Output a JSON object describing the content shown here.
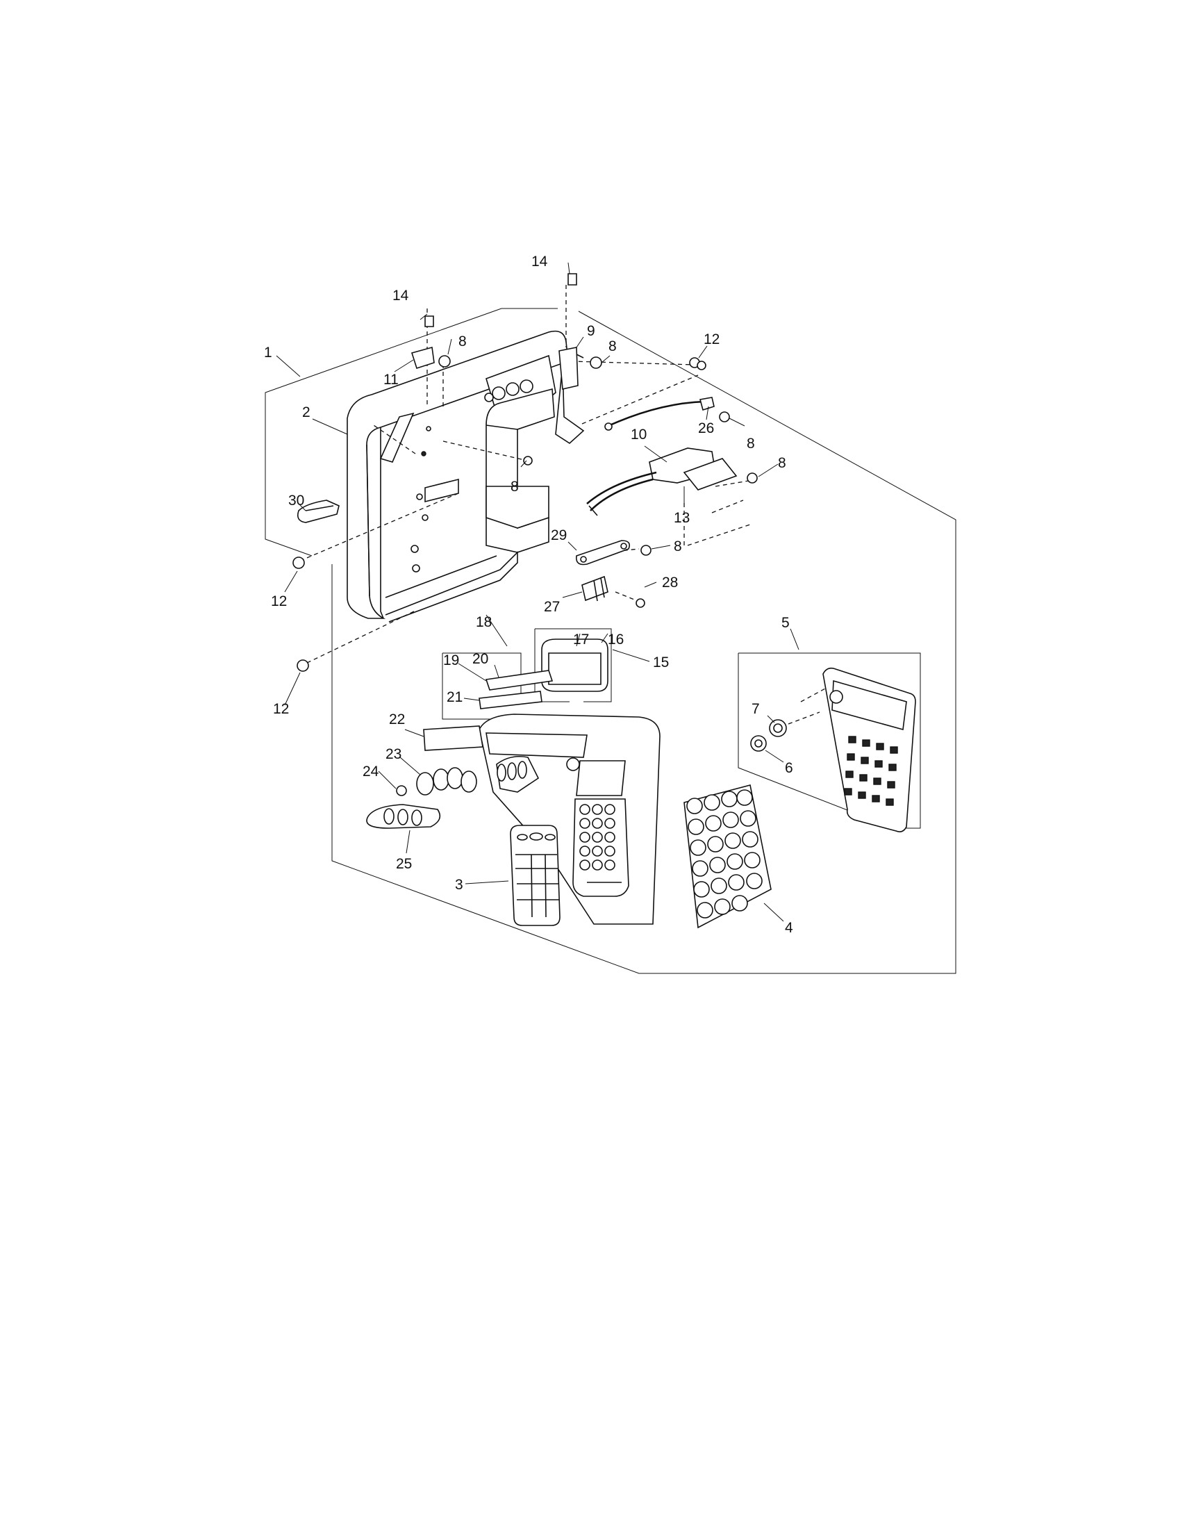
{
  "diagram": {
    "callouts": [
      {
        "id": "c1",
        "text": "1"
      },
      {
        "id": "c2",
        "text": "2"
      },
      {
        "id": "c3",
        "text": "3"
      },
      {
        "id": "c4",
        "text": "4"
      },
      {
        "id": "c5",
        "text": "5"
      },
      {
        "id": "c6",
        "text": "6"
      },
      {
        "id": "c7",
        "text": "7"
      },
      {
        "id": "c8a",
        "text": "8"
      },
      {
        "id": "c8b",
        "text": "8"
      },
      {
        "id": "c8c",
        "text": "8"
      },
      {
        "id": "c8d",
        "text": "8"
      },
      {
        "id": "c8e",
        "text": "8"
      },
      {
        "id": "c8f",
        "text": "8"
      },
      {
        "id": "c9",
        "text": "9"
      },
      {
        "id": "c10",
        "text": "10"
      },
      {
        "id": "c11",
        "text": "11"
      },
      {
        "id": "c12a",
        "text": "12"
      },
      {
        "id": "c12b",
        "text": "12"
      },
      {
        "id": "c12c",
        "text": "12"
      },
      {
        "id": "c13",
        "text": "13"
      },
      {
        "id": "c14a",
        "text": "14"
      },
      {
        "id": "c14b",
        "text": "14"
      },
      {
        "id": "c15",
        "text": "15"
      },
      {
        "id": "c16",
        "text": "16"
      },
      {
        "id": "c17",
        "text": "17"
      },
      {
        "id": "c18",
        "text": "18"
      },
      {
        "id": "c19",
        "text": "19"
      },
      {
        "id": "c20",
        "text": "20"
      },
      {
        "id": "c21",
        "text": "21"
      },
      {
        "id": "c22",
        "text": "22"
      },
      {
        "id": "c23",
        "text": "23"
      },
      {
        "id": "c24",
        "text": "24"
      },
      {
        "id": "c25",
        "text": "25"
      },
      {
        "id": "c26",
        "text": "26"
      },
      {
        "id": "c27",
        "text": "27"
      },
      {
        "id": "c28",
        "text": "28"
      },
      {
        "id": "c29",
        "text": "29"
      },
      {
        "id": "c30",
        "text": "30"
      }
    ]
  }
}
